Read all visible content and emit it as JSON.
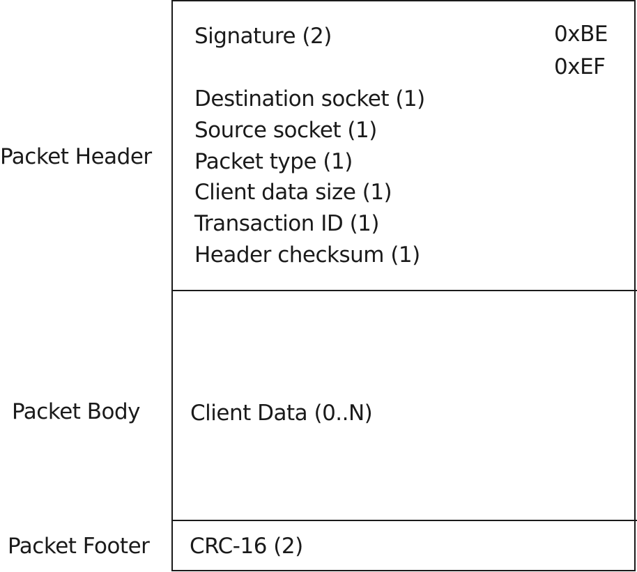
{
  "sections": {
    "header": {
      "label": "Packet Header",
      "signature": {
        "label": "Signature (2)",
        "values": [
          "0xBE",
          "0xEF"
        ]
      },
      "fields": [
        "Destination socket (1)",
        "Source socket (1)",
        "Packet type (1)",
        "Client data size (1)",
        "Transaction ID (1)",
        "Header checksum (1)"
      ]
    },
    "body": {
      "label": "Packet Body",
      "field": "Client Data (0..N)"
    },
    "footer": {
      "label": "Packet Footer",
      "field": "CRC-16 (2)"
    }
  }
}
